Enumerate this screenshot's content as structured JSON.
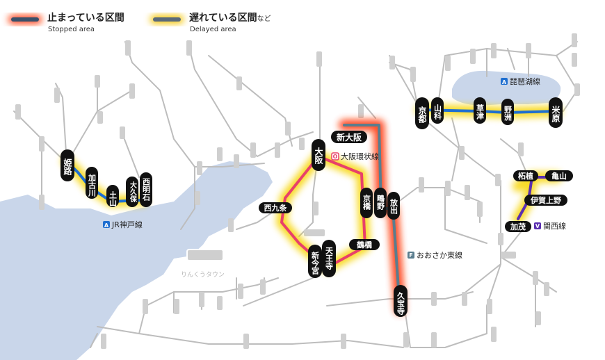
{
  "legend": {
    "stopped": {
      "label": "止まっている区間",
      "sub": "Stopped area",
      "color": "#ff4a1a"
    },
    "delayed": {
      "label": "遅れている区間",
      "suffix": "など",
      "sub": "Delayed area",
      "color": "#f4c400"
    }
  },
  "colors": {
    "water": "#c9d6ea",
    "jr_kobe": "#1f6fd0",
    "biwako": "#1f6fd0",
    "loop": "#e8406a",
    "osaka_higashi": "#5a7d8e",
    "kansai": "#5b2fb0",
    "gray_line": "#bdbdbd"
  },
  "lines": {
    "jr_kobe": {
      "badge": "A",
      "name": "JR神戸線"
    },
    "biwako": {
      "badge": "A",
      "name": "琵琶湖線"
    },
    "loop": {
      "badge": "O",
      "name": "大阪環状線"
    },
    "osaka_higashi": {
      "badge": "F",
      "name": "おおさか東線"
    },
    "kansai": {
      "badge": "V",
      "name": "関西線"
    }
  },
  "stations": {
    "himeji": "姫路",
    "kakogawa": "加古川",
    "tsuchiyama": "土山",
    "okubo": "大久保",
    "nishiakashi": "西明石",
    "kyoto": "京都",
    "yamashina": "山科",
    "kusatsu": "草津",
    "yasu": "野洲",
    "maibara": "米原",
    "shinosaka": "新大阪",
    "osaka": "大阪",
    "nishikujo": "西九条",
    "shinimamiya": "新今宮",
    "tennoji": "天王寺",
    "tsuruhashi": "鶴橋",
    "kyobashi": "京橋",
    "shigino": "鴫野",
    "hanaten": "放出",
    "kyuhoji": "久宝寺",
    "tsuge": "柘植",
    "kameyama": "亀山",
    "igaueno": "伊賀上野",
    "kamo": "加茂"
  },
  "labels": {
    "rinku_town": "りんくうタウン"
  }
}
